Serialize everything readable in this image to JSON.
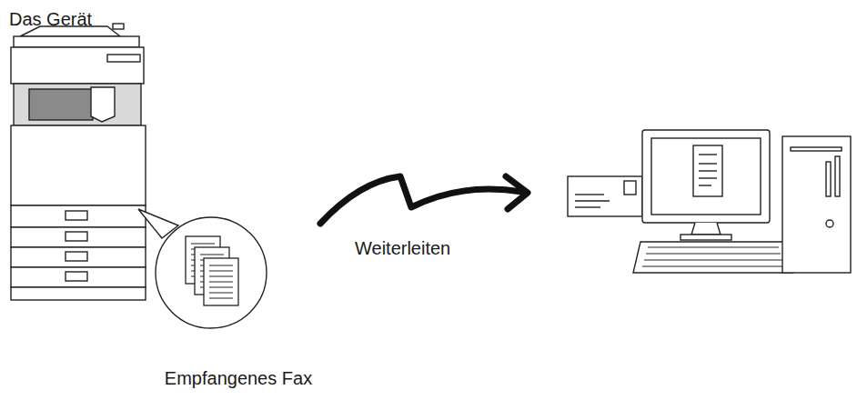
{
  "diagram": {
    "nodes": [
      {
        "text": [
          "Das Gerät"
        ]
      },
      {
        "text": [
          "Empfangenes Fax"
        ]
      }
    ],
    "labels": [
      "Weiterleiten"
    ]
  }
}
